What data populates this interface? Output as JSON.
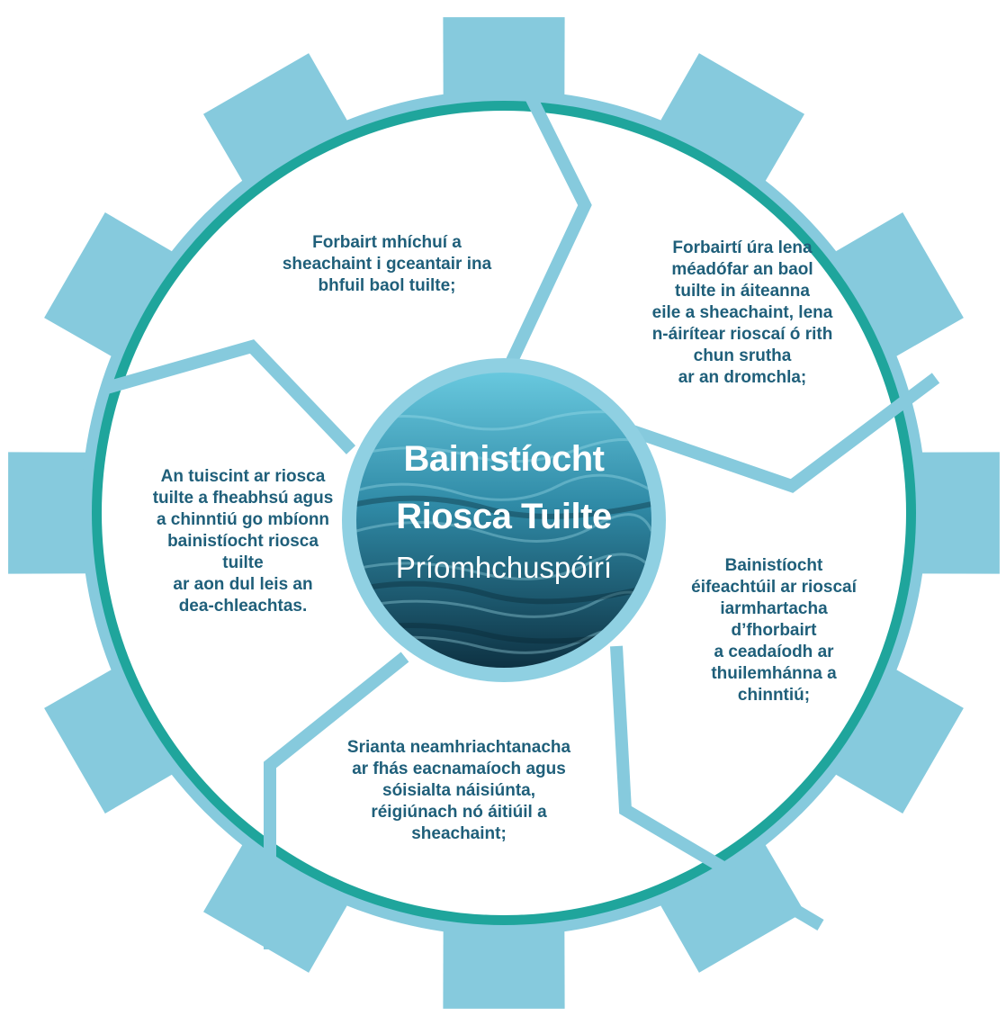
{
  "diagram": {
    "center": {
      "title_line1": "Bainistíocht",
      "title_line2": "Riosca Tuilte",
      "subtitle": "Príomhchuspóirí"
    },
    "segments": [
      {
        "id": "top",
        "text": "Forbairt mhíchuí a\nsheachaint i gceantair ina\nbhfuil baol tuilte;"
      },
      {
        "id": "top-right",
        "text": "Forbairtí úra lena\nméadófar an baol\ntuilte in áiteanna\neile a sheachaint, lena\nn-áirítear rioscaí ó rith\nchun srutha\nar an dromchla;"
      },
      {
        "id": "right",
        "text": "Bainistíocht\néifeachtúil ar rioscaí\niarmhartacha\nd’fhorbairt\na ceadaíodh ar\nthuilemhánna a\nchinntiú;"
      },
      {
        "id": "bottom",
        "text": "Srianta neamhriachtanacha\nar fhás eacnamaíoch agus\nsóisialta náisiúnta,\nréigiúnach nó áitiúil a\nsheachaint;"
      },
      {
        "id": "left",
        "text": "An tuiscint ar riosca\ntuilte a fheabhsú agus\na chinntiú go mbíonn\nbainistíocht riosca\ntuilte\nar aon dul leis an\ndea-chleachtas."
      }
    ],
    "colors": {
      "gear_teeth": "#86cadd",
      "ring": "#1fa59c",
      "divider": "#86cadd",
      "text": "#1f5f7a",
      "center_border": "#8fd0e2",
      "water_dark": "#0f3a4c",
      "water_light": "#63c3d9"
    }
  }
}
